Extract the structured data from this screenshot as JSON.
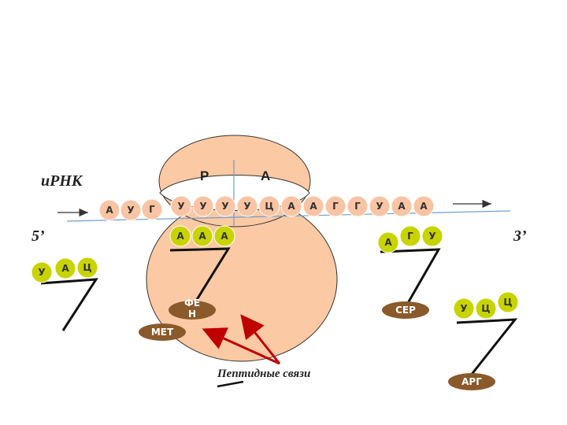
{
  "mrna": {
    "label": "иРНК",
    "end5": "5’",
    "end3": "3’",
    "codons_left": [
      "А",
      "У",
      "Г"
    ],
    "codons_main": [
      "У",
      "У",
      "У",
      "У",
      "Ц",
      "А",
      "А",
      "Г",
      "Г",
      "У",
      "А",
      "А"
    ]
  },
  "ribosome": {
    "site_p": "Р",
    "site_a": "А"
  },
  "trnas": [
    {
      "id": "trna-left",
      "anticodon": [
        "У",
        "А",
        "Ц"
      ]
    },
    {
      "id": "trna-p",
      "anticodon": [
        "А",
        "А",
        "А"
      ]
    },
    {
      "id": "trna-ser",
      "anticodon": [
        "А",
        "Г",
        "У"
      ],
      "amino": "СЕР"
    },
    {
      "id": "trna-arg",
      "anticodon": [
        "У",
        "Ц",
        "Ц"
      ],
      "amino": "АРГ"
    }
  ],
  "peptide": {
    "met": "МЕТ",
    "phe_line1": "ФЕ",
    "phe_line2": "Н",
    "bonds_label": "Пептидные связи"
  },
  "colors": {
    "nucleotide_mrna": "#f9c4a4",
    "nucleotide_trna": "#c7d400",
    "amino_acid": "#8a5a2b",
    "ribosome": "#fbc9a3",
    "arrow_red": "#c00000",
    "line_blue": "#6f9fd0"
  }
}
